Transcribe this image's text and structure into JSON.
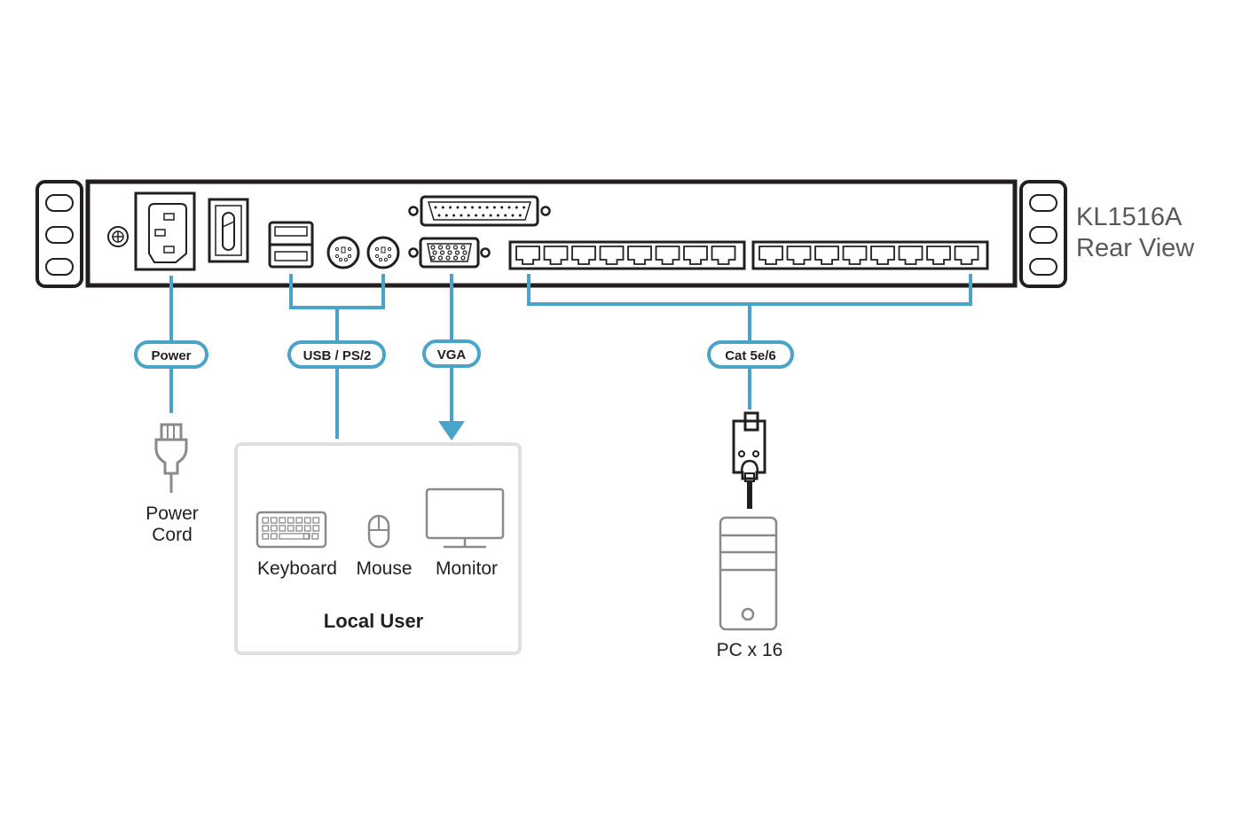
{
  "device": {
    "model": "KL1516A",
    "view": "Rear View"
  },
  "connections": {
    "power": {
      "label": "Power"
    },
    "usb_ps2": {
      "label": "USB / PS/2"
    },
    "vga": {
      "label": "VGA"
    },
    "cat": {
      "label": "Cat 5e/6"
    }
  },
  "endpoints": {
    "power_cord": {
      "line1": "Power",
      "line2": "Cord"
    },
    "local_user": {
      "title": "Local User",
      "devices": [
        "Keyboard",
        "Mouse",
        "Monitor"
      ]
    },
    "pc": {
      "label": "PC x 16"
    }
  },
  "ports": {
    "rj45_groups": 2,
    "rj45_per_group": 8
  },
  "colors": {
    "connector_line": "#4aa3c8",
    "device_outline": "#231f20",
    "icon_gray": "#8a8a8a",
    "box_border": "#e0e0e0"
  }
}
